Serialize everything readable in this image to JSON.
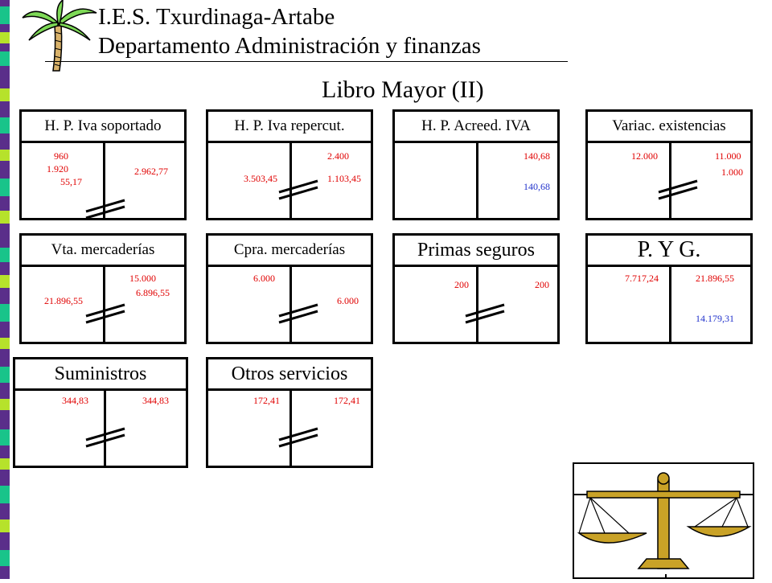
{
  "header": {
    "school": "I.E.S. Txurdinaga-Artabe",
    "department": "Departamento Administración  y finanzas"
  },
  "page_title": "Libro Mayor (II)",
  "colors": {
    "credit_debit_red": "#e00000",
    "balance_blue": "#2233cc",
    "strip_green": "#19c48a",
    "strip_purple": "#5a2e8a",
    "strip_lime": "#b6e22b"
  },
  "accounts": [
    {
      "title": "H. P. Iva soportado",
      "debit": [
        "960",
        "1.920",
        "55,17"
      ],
      "credit": [
        "2.962,77"
      ]
    },
    {
      "title": "H. P. Iva repercut.",
      "debit": [
        "3.503,45"
      ],
      "credit": [
        "2.400",
        "1.103,45"
      ]
    },
    {
      "title": "H. P. Acreed. IVA",
      "debit": [],
      "credit": [
        "140,68",
        "140,68"
      ]
    },
    {
      "title": "Variac. existencias",
      "debit": [
        "12.000"
      ],
      "credit": [
        "11.000",
        "1.000"
      ]
    },
    {
      "title": "Vta. mercaderías",
      "debit": [
        "21.896,55"
      ],
      "credit": [
        "15.000",
        "6.896,55"
      ]
    },
    {
      "title": "Cpra. mercaderías",
      "debit": [
        "6.000"
      ],
      "credit": [
        "6.000"
      ]
    },
    {
      "title": "Primas seguros",
      "debit": [
        "200"
      ],
      "credit": [
        "200"
      ]
    },
    {
      "title": "P. Y G.",
      "debit": [
        "7.717,24"
      ],
      "credit": [
        "21.896,55",
        "14.179,31"
      ]
    },
    {
      "title": "Suministros",
      "debit": [
        "344,83"
      ],
      "credit": [
        "344,83"
      ]
    },
    {
      "title": "Otros servicios",
      "debit": [
        "172,41"
      ],
      "credit": [
        "172,41"
      ]
    }
  ],
  "icons": {
    "logo": "palm-tree-icon",
    "balance": "balance-scale-icon",
    "closing_mark": "double-slash-icon"
  }
}
